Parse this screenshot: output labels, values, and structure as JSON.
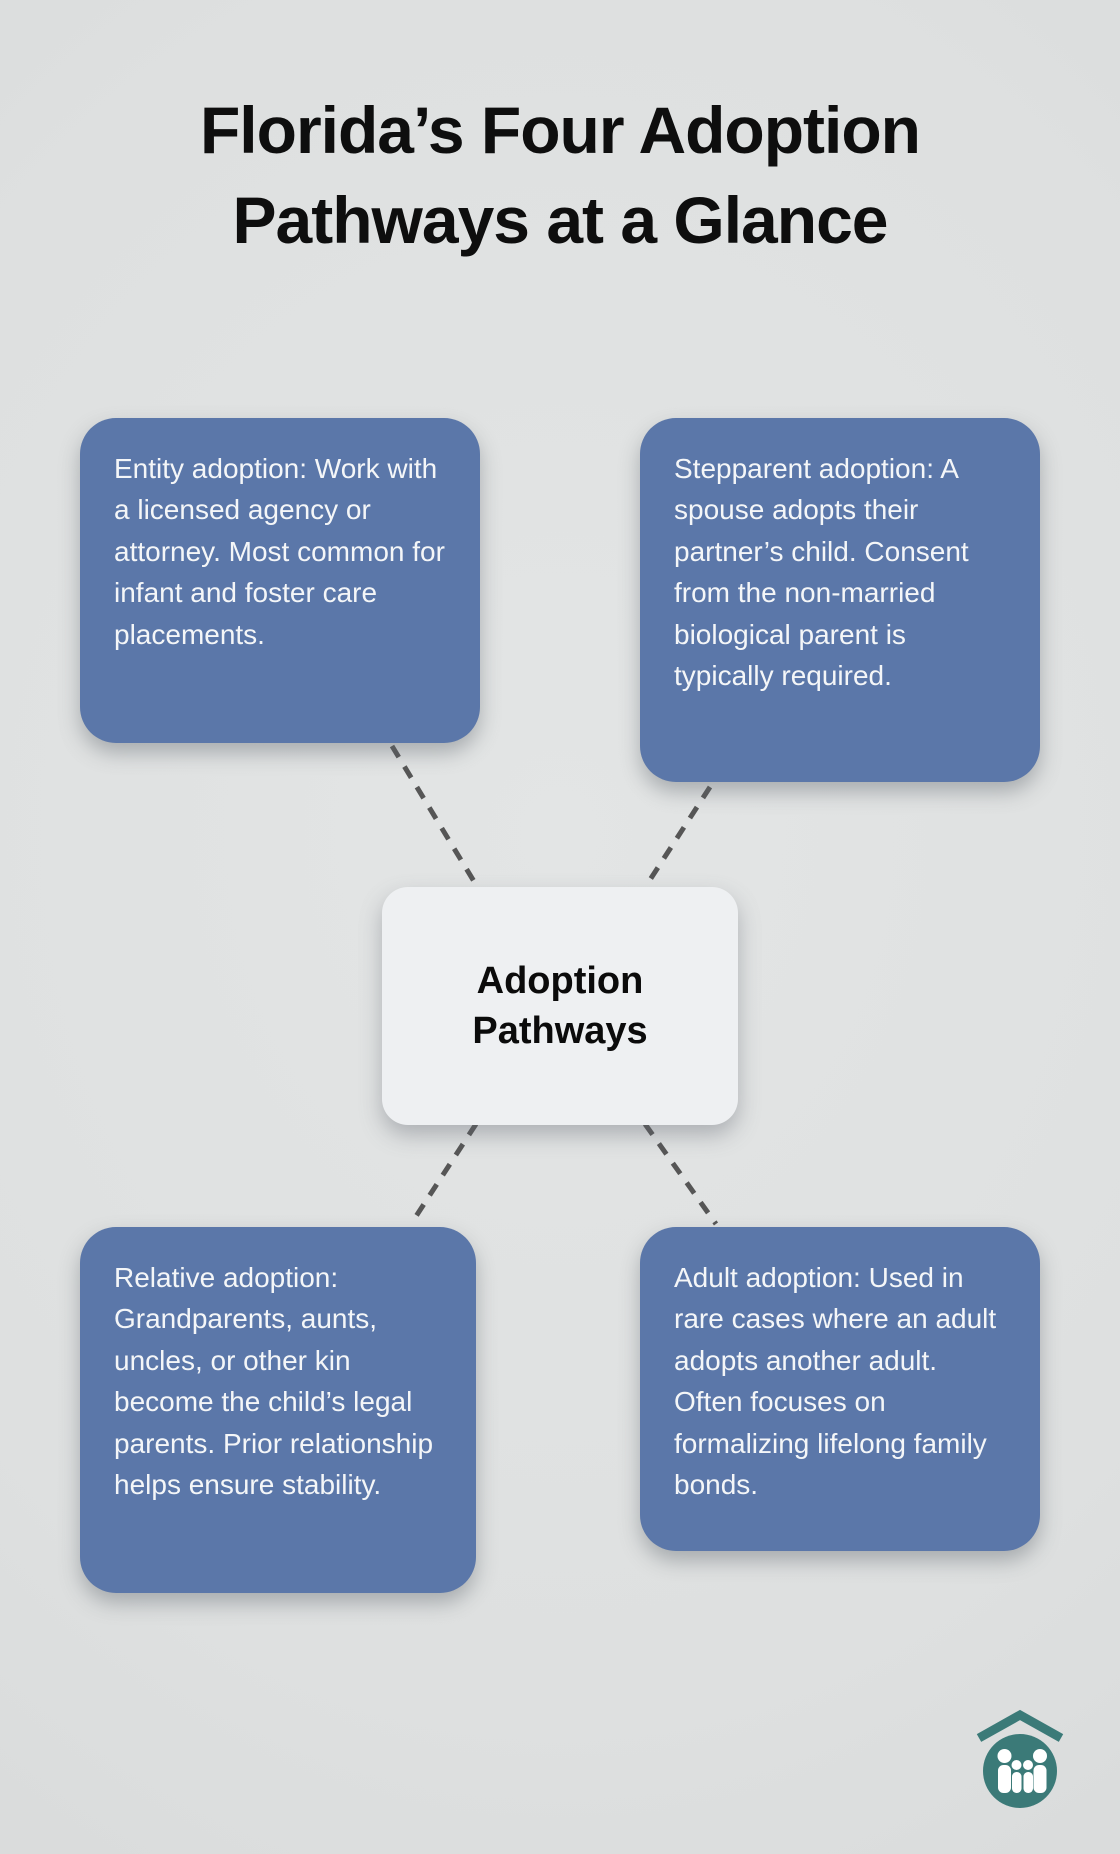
{
  "title": "Florida’s Four Adoption Pathways at a Glance",
  "center_node": {
    "label": "Adoption Pathways"
  },
  "nodes": [
    {
      "id": "entity-adoption",
      "position": "top-left",
      "text": "Entity adoption: Work with a licensed agency or attorney. Most common for infant and foster care placements."
    },
    {
      "id": "stepparent-adoption",
      "position": "top-right",
      "text": "Stepparent adoption: A spouse adopts their partner’s child. Consent from the non-married biological parent is typically required."
    },
    {
      "id": "relative-adoption",
      "position": "bottom-left",
      "text": "Relative adoption: Grandparents, aunts, uncles, or other kin become the child’s legal parents. Prior relationship helps ensure stability."
    },
    {
      "id": "adult-adoption",
      "position": "bottom-right",
      "text": "Adult adoption: Used in rare cases where an adult adopts another adult. Often focuses on formalizing lifelong family bonds."
    }
  ],
  "icons": {
    "logo": "family-under-roof-icon"
  },
  "colors": {
    "background": "#dfe1e1",
    "node_fill": "#5b77a9",
    "node_text": "#f4f6f8",
    "center_fill": "#eef0f2",
    "center_text": "#0b0b0b",
    "title_text": "#0e0e0e",
    "connector": "#565656",
    "logo_teal": "#3b7a78"
  }
}
